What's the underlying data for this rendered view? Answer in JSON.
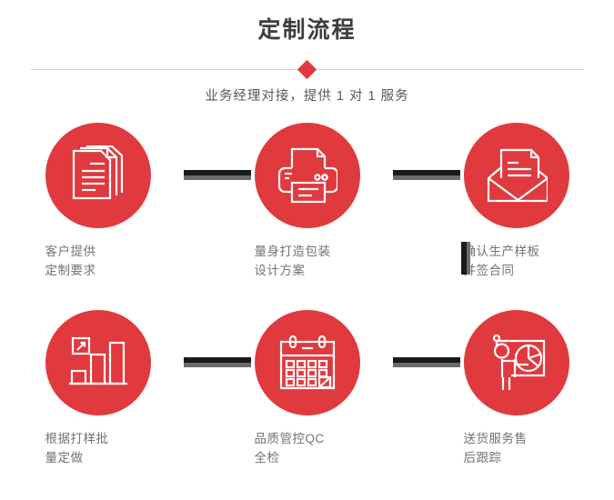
{
  "header": {
    "title": "定制流程",
    "subtitle": "业务经理对接，提供 1 对 1 服务",
    "diamond_icon": "diamond-icon"
  },
  "theme": {
    "accent": "#e0393e",
    "title_color": "#3d3d3d",
    "label_color": "#737373",
    "connector_color": "#1a1a1a",
    "connector_shadow": "#6b6b6b",
    "divider_color": "#d2d2d2",
    "background": "#ffffff"
  },
  "flow": {
    "rows": [
      {
        "steps": [
          {
            "index": "1",
            "icon": "documents-stack-icon",
            "label_line1": "客户提供",
            "label_line2": "定制要求"
          },
          {
            "index": "2",
            "icon": "printer-icon",
            "label_line1": "量身打造包装",
            "label_line2": "设计方案"
          },
          {
            "index": "3",
            "icon": "envelope-document-icon",
            "label_line1": "确认生产样板",
            "label_line2": "并签合同"
          }
        ]
      },
      {
        "steps": [
          {
            "index": "4",
            "icon": "bar-chart-growth-icon",
            "label_line1": "根据打样批",
            "label_line2": "量定做"
          },
          {
            "index": "5",
            "icon": "calendar-check-icon",
            "label_line1": "品质管控QC",
            "label_line2": "全检"
          },
          {
            "index": "6",
            "icon": "presenter-pie-chart-icon",
            "label_line1": "送货服务售",
            "label_line2": "后跟踪"
          }
        ]
      }
    ]
  }
}
